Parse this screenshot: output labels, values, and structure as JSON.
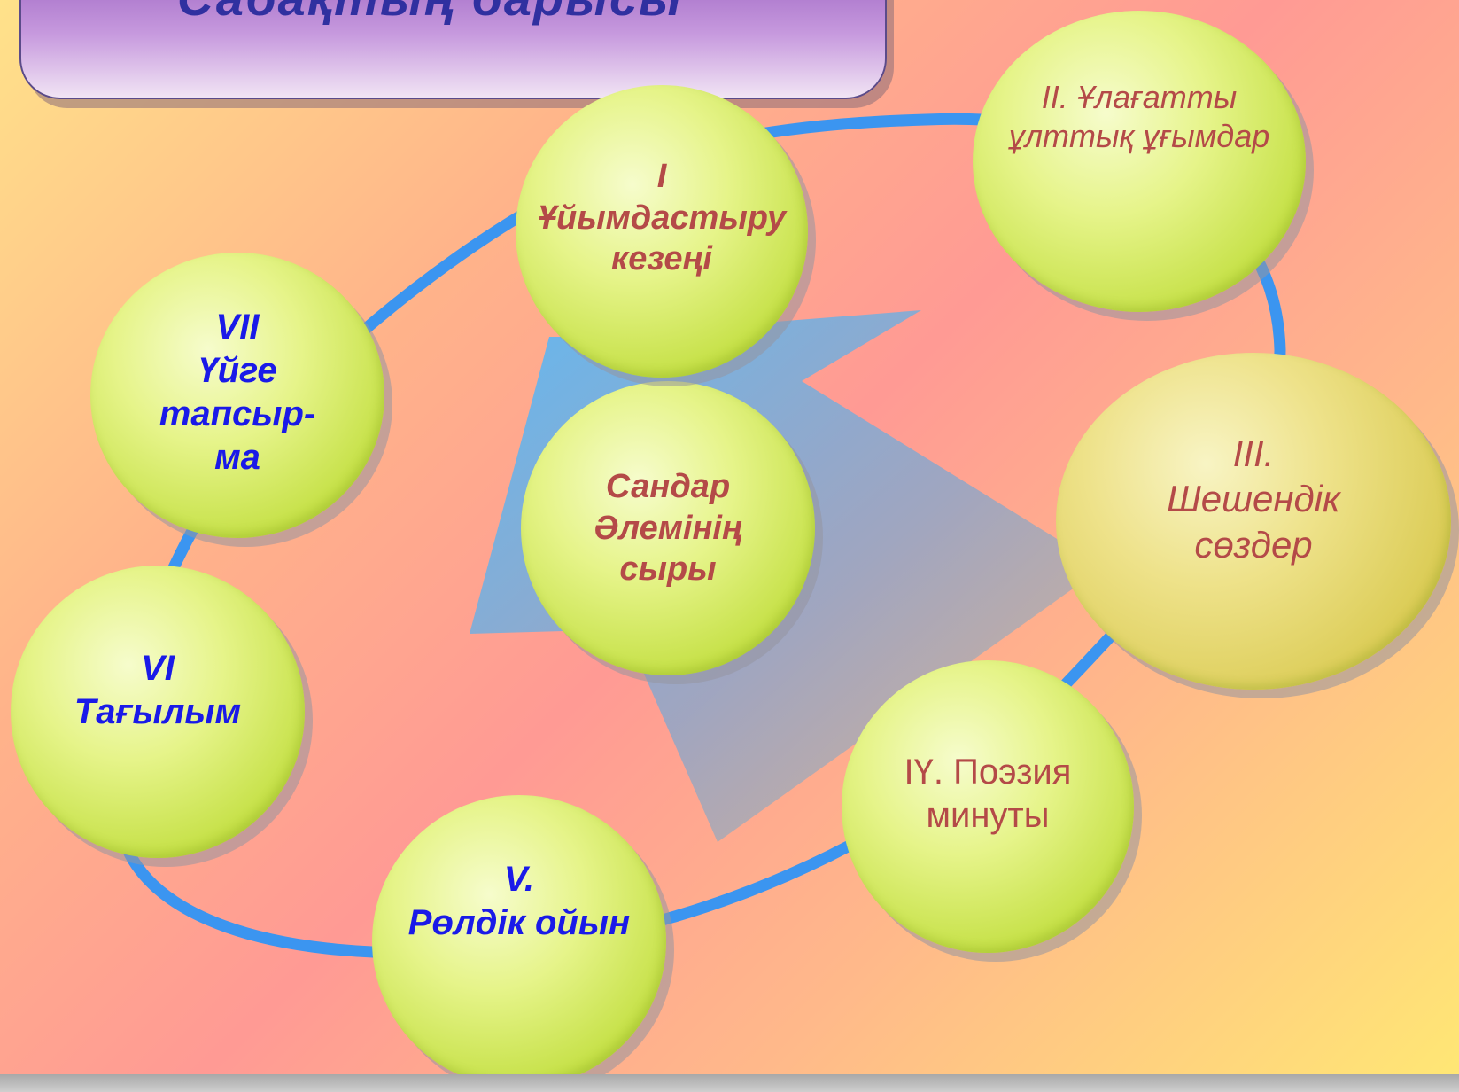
{
  "slide": {
    "title": "Сабақтың барысы",
    "colors": {
      "ring": "#3b95f0",
      "arrow": "#6fa8e8",
      "bubble": "#d9ee6a",
      "bubble_gold": "#e4d760",
      "text_red": "#b44a48",
      "text_blue": "#1a1ae8"
    },
    "center": {
      "lines": [
        "Сандар",
        "Әлемінің",
        "сыры"
      ]
    },
    "stages": [
      {
        "lines": [
          "І",
          "Ұйымдастыру",
          "кезеңі"
        ]
      },
      {
        "lines": [
          "ІІ. Ұлағатты",
          "ұлттық ұғымдар"
        ]
      },
      {
        "lines": [
          "ІІІ.",
          "Шешендік",
          "сөздер"
        ]
      },
      {
        "lines": [
          "ІҮ.  Поэзия",
          "минуты"
        ]
      },
      {
        "lines": [
          "V.",
          "Рөлдік ойын"
        ]
      },
      {
        "lines": [
          "VІ",
          "Тағылым"
        ]
      },
      {
        "lines": [
          "VІІ",
          "Үйге",
          "тапсыр-",
          "ма"
        ]
      }
    ]
  }
}
